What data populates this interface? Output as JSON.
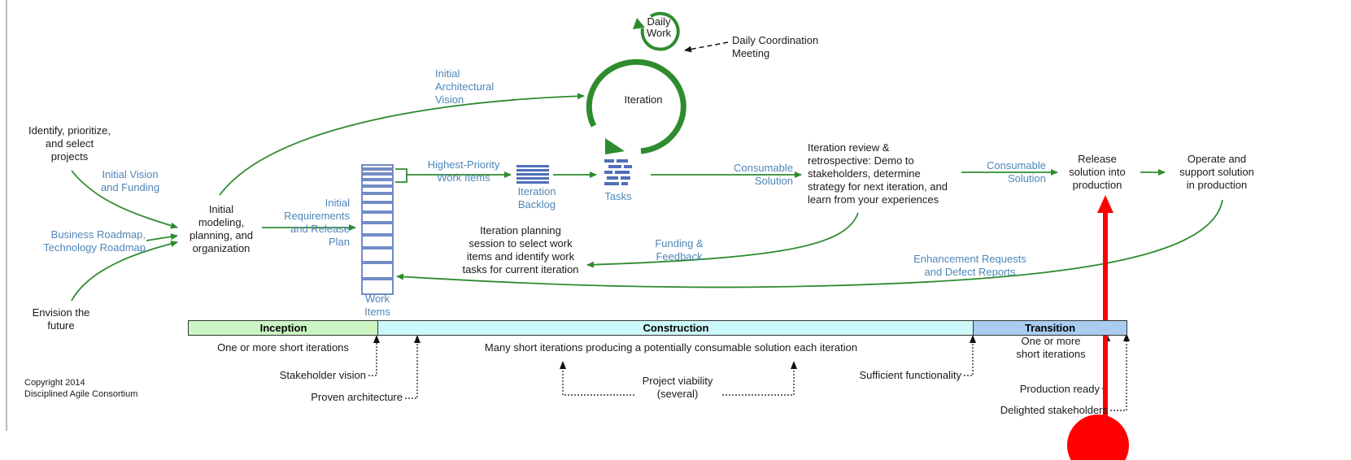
{
  "top": {
    "daily_work": "Daily\nWork",
    "daily_meeting": "Daily Coordination\nMeeting",
    "iteration": "Iteration",
    "initial_arch_vision": "Initial\nArchitectural\nVision"
  },
  "left": {
    "identify_projects": "Identify, prioritize,\nand select\nprojects",
    "initial_vision_funding": "Initial Vision\nand Funding",
    "roadmaps": "Business Roadmap,\nTechnology Roadmap",
    "envision_future": "Envision the\nfuture",
    "initial_modeling": "Initial\nmodeling,\nplanning, and\norganization",
    "initial_requirements": "Initial\nRequirements\nand Release\nPlan",
    "work_items": "Work\nItems",
    "copyright": "Copyright 2014\nDisciplined Agile Consortium"
  },
  "middle": {
    "highest_priority": "Highest-Priority\nWork Items",
    "iteration_backlog": "Iteration\nBacklog",
    "tasks": "Tasks",
    "consumable_solution_1": "Consumable\nSolution",
    "iteration_planning": "Iteration planning\nsession to select work\nitems and identify work\ntasks for current iteration",
    "funding_feedback": "Funding &\nFeedback"
  },
  "right": {
    "iteration_review": "Iteration review &\nretrospective: Demo to\nstakeholders, determine\nstrategy for next iteration, and\nlearn from your experiences",
    "consumable_solution_2": "Consumable\nSolution",
    "release": "Release\nsolution into\nproduction",
    "operate": "Operate and\nsupport solution\nin production",
    "enhancement": "Enhancement Requests\nand Defect Reports"
  },
  "phases": {
    "inception": "Inception",
    "construction": "Construction",
    "transition": "Transition",
    "inception_desc": "One or more short iterations",
    "construction_desc": "Many short iterations producing a potentially consumable solution each iteration",
    "transition_desc": "One or more\nshort iterations"
  },
  "milestones": {
    "stakeholder_vision": "Stakeholder vision",
    "proven_architecture": "Proven architecture",
    "project_viability": "Project viability\n(several)",
    "sufficient_functionality": "Sufficient functionality",
    "production_ready": "Production ready",
    "delighted_stakeholders": "Delighted stakeholders"
  },
  "colors": {
    "arrow_green": "#2e8b2e",
    "label_blue": "#4f86b8",
    "inception_fill": "#ccf5c4",
    "construction_fill": "#ccf8fa",
    "transition_fill": "#a9ccf0",
    "annotation_red": "#ff0000"
  }
}
